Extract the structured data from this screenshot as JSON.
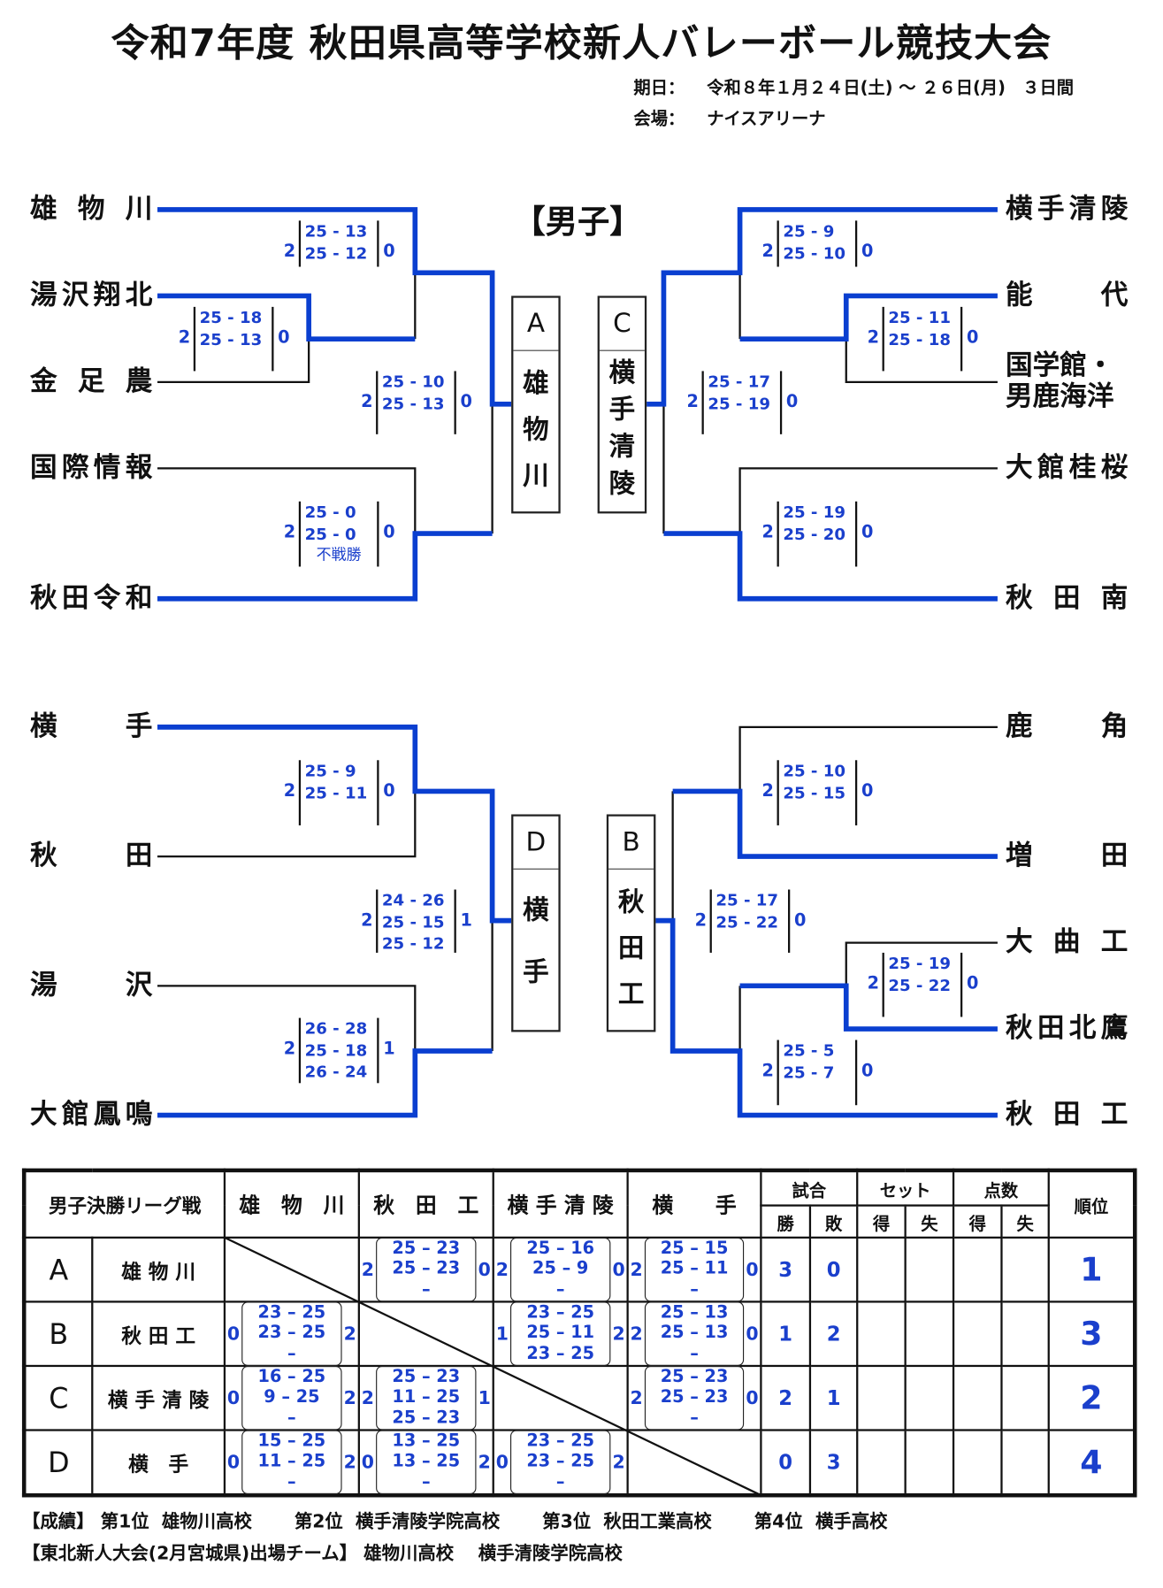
{
  "title": "令和7年度 秋田県高等学校新人バレーボール競技大会",
  "date_label": "期日：",
  "date_value": "令和８年１月２４日(土) ～ ２６日(月)　３日間",
  "venue_label": "会場：",
  "venue_value": "ナイスアリーナ",
  "division": "【男子】",
  "colors": {
    "winner_line": "#0a3fd0",
    "score_text": "#1a3fcc"
  },
  "bracket": {
    "top_left_teams": [
      "雄物川",
      "湯沢翔北",
      "金足農",
      "国際情報",
      "秋田令和"
    ],
    "top_right_teams": [
      "横手清陵",
      "能代",
      "国学館・",
      "男鹿海洋",
      "大館桂桜",
      "秋田南"
    ],
    "bottom_left_teams": [
      "横手",
      "秋田",
      "湯沢",
      "大館鳳鳴"
    ],
    "bottom_right_teams": [
      "鹿角",
      "増田",
      "大曲工",
      "秋田北鷹",
      "秋田工"
    ],
    "blocks": [
      {
        "letter": "A",
        "winner": "雄物川",
        "chars": [
          "雄",
          "物",
          "川"
        ]
      },
      {
        "letter": "C",
        "winner": "横手清陵",
        "chars": [
          "横",
          "手",
          "清",
          "陵"
        ]
      },
      {
        "letter": "D",
        "winner": "横手",
        "chars": [
          "横",
          "手"
        ]
      },
      {
        "letter": "B",
        "winner": "秋田工",
        "chars": [
          "秋",
          "田",
          "工"
        ]
      }
    ],
    "matches": [
      {
        "left": "2",
        "sets": [
          "25 - 13",
          "25 - 12"
        ],
        "right": "0"
      },
      {
        "left": "2",
        "sets": [
          "25 - 18",
          "25 - 13"
        ],
        "right": "0"
      },
      {
        "left": "2",
        "sets": [
          "25 - 10",
          "25 - 13"
        ],
        "right": "0"
      },
      {
        "left": "2",
        "sets": [
          "25 - 0",
          "25 - 0"
        ],
        "right": "0",
        "note": "不戦勝"
      },
      {
        "left": "2",
        "sets": [
          "25 - 9",
          "25 - 10"
        ],
        "right": "0"
      },
      {
        "left": "2",
        "sets": [
          "25 - 11",
          "25 - 18"
        ],
        "right": "0"
      },
      {
        "left": "2",
        "sets": [
          "25 - 17",
          "25 - 19"
        ],
        "right": "0"
      },
      {
        "left": "2",
        "sets": [
          "25 - 19",
          "25 - 20"
        ],
        "right": "0"
      },
      {
        "left": "2",
        "sets": [
          "25 - 9",
          "25 - 11"
        ],
        "right": "0"
      },
      {
        "left": "2",
        "sets": [
          "24 - 26",
          "25 - 15",
          "25 - 12"
        ],
        "right": "1"
      },
      {
        "left": "2",
        "sets": [
          "26 - 28",
          "25 - 18",
          "26 - 24"
        ],
        "right": "1"
      },
      {
        "left": "2",
        "sets": [
          "25 - 10",
          "25 - 15"
        ],
        "right": "0"
      },
      {
        "left": "2",
        "sets": [
          "25 - 17",
          "25 - 22"
        ],
        "right": "0"
      },
      {
        "left": "2",
        "sets": [
          "25 - 19",
          "25 - 22"
        ],
        "right": "0"
      },
      {
        "left": "2",
        "sets": [
          "25 - 5",
          "25 - 7"
        ],
        "right": "0"
      }
    ]
  },
  "league": {
    "title": "男子決勝リーグ戦",
    "columns": [
      "雄　物　川",
      "秋　田　工",
      "横 手 清 陵",
      "横　　手"
    ],
    "group_headers": [
      "試合",
      "セット",
      "点数",
      "順位"
    ],
    "sub_headers": [
      "勝",
      "敗",
      "得",
      "失",
      "得",
      "失"
    ],
    "rows": [
      {
        "letter": "A",
        "name": "雄 物 川",
        "results": [
          null,
          {
            "l": "2",
            "sets": [
              "25 – 23",
              "25 – 23",
              "–"
            ],
            "r": "0"
          },
          {
            "l": "2",
            "sets": [
              "25 – 16",
              "25 – 9",
              "–"
            ],
            "r": "0"
          },
          {
            "l": "2",
            "sets": [
              "25 – 15",
              "25 – 11",
              "–"
            ],
            "r": "0"
          }
        ],
        "win": "3",
        "loss": "0",
        "rank": "1"
      },
      {
        "letter": "B",
        "name": "秋 田 工",
        "results": [
          {
            "l": "0",
            "sets": [
              "23 – 25",
              "23 – 25",
              "–"
            ],
            "r": "2"
          },
          null,
          {
            "l": "1",
            "sets": [
              "23 – 25",
              "25 – 11",
              "23 – 25"
            ],
            "r": "2"
          },
          {
            "l": "2",
            "sets": [
              "25 – 13",
              "25 – 13",
              "–"
            ],
            "r": "0"
          }
        ],
        "win": "1",
        "loss": "2",
        "rank": "3"
      },
      {
        "letter": "C",
        "name": "横 手 清 陵",
        "results": [
          {
            "l": "0",
            "sets": [
              "16 – 25",
              "9 – 25",
              "–"
            ],
            "r": "2"
          },
          {
            "l": "2",
            "sets": [
              "25 – 23",
              "11 – 25",
              "25 – 23"
            ],
            "r": "1"
          },
          null,
          {
            "l": "2",
            "sets": [
              "25 – 23",
              "25 – 23",
              "–"
            ],
            "r": "0"
          }
        ],
        "win": "2",
        "loss": "1",
        "rank": "2"
      },
      {
        "letter": "D",
        "name": "横　手",
        "results": [
          {
            "l": "0",
            "sets": [
              "15 – 25",
              "11 – 25",
              "–"
            ],
            "r": "2"
          },
          {
            "l": "0",
            "sets": [
              "13 – 25",
              "13 – 25",
              "–"
            ],
            "r": "2"
          },
          {
            "l": "0",
            "sets": [
              "23 – 25",
              "23 – 25",
              "–"
            ],
            "r": "2"
          },
          null
        ],
        "win": "0",
        "loss": "3",
        "rank": "4"
      }
    ]
  },
  "footer": {
    "results": "【成績】 第1位  雄物川高校　　 第2位  横手清陵学院高校　　 第3位  秋田工業高校　　 第4位  横手高校",
    "tohoku": "【東北新人大会(2月宮城県)出場チーム】 雄物川高校　 横手清陵学院高校"
  }
}
